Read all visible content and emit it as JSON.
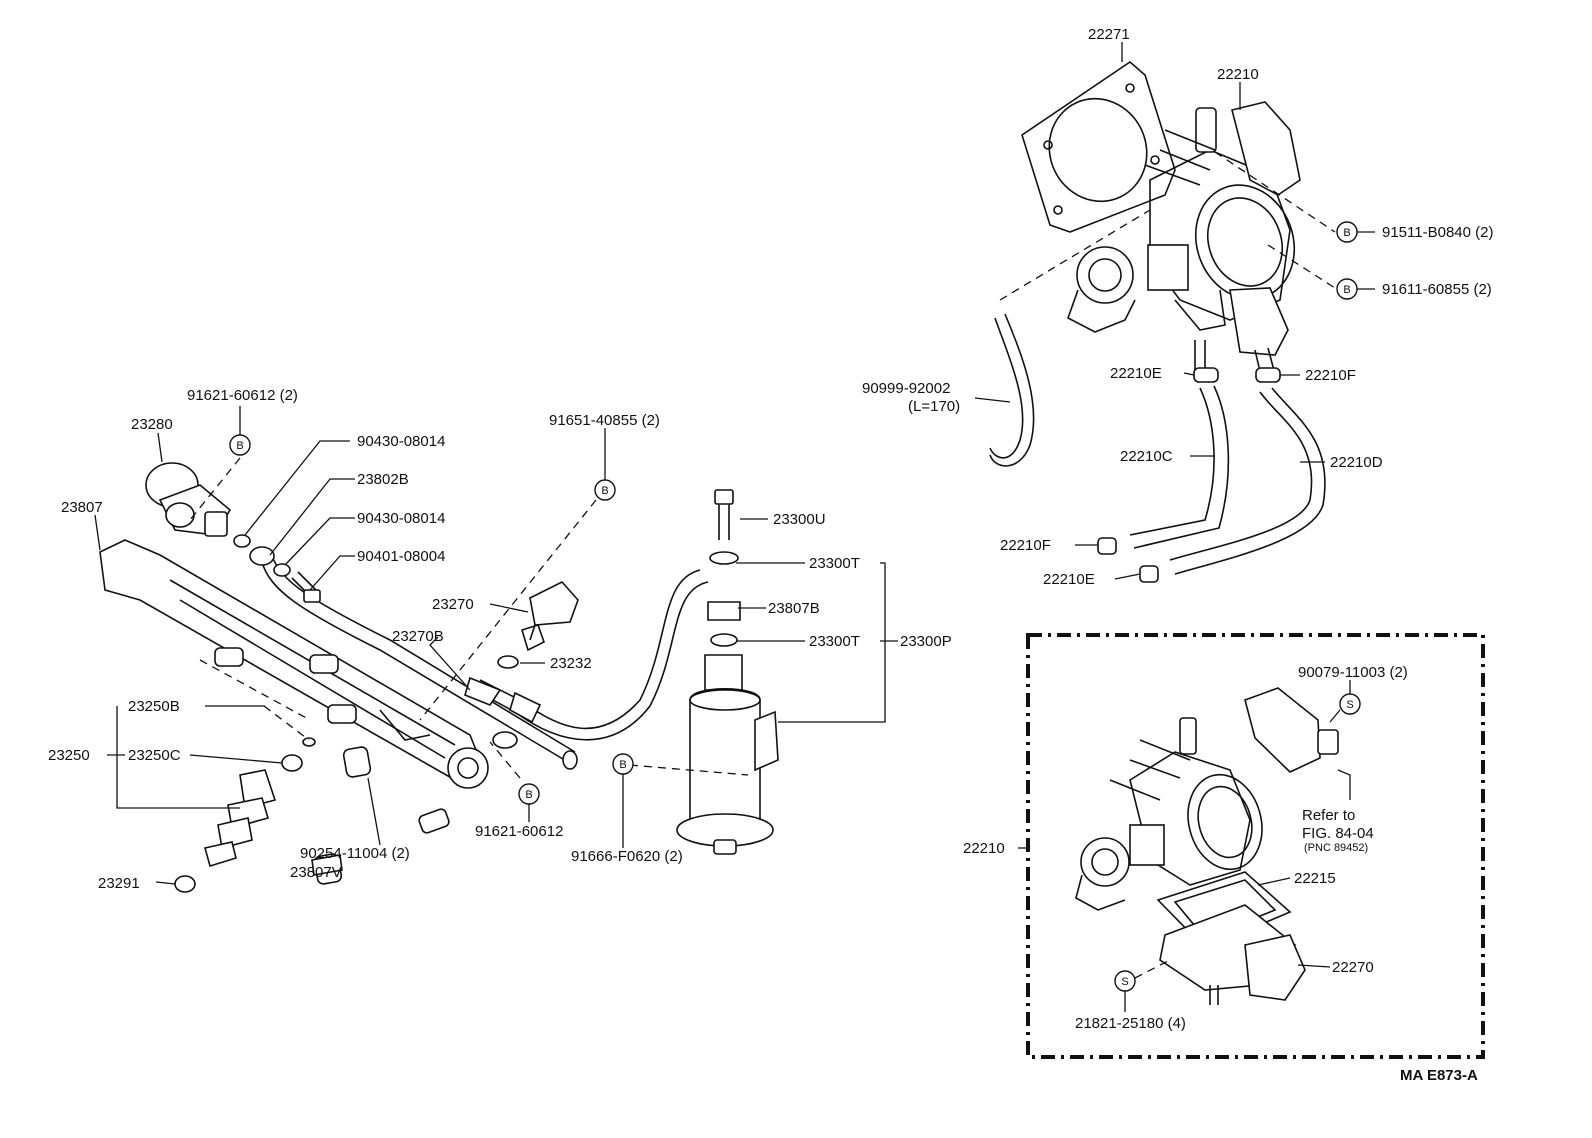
{
  "labels": {
    "p22271": "22271",
    "p22210_top": "22210",
    "p91511": "91511-B0840 (2)",
    "p91611": "91611-60855 (2)",
    "p90999": "90999-92002",
    "p90999_len": "(L=170)",
    "p22210E_top": "22210E",
    "p22210F_top": "22210F",
    "p22210C": "22210C",
    "p22210D": "22210D",
    "p22210F_bot": "22210F",
    "p22210E_bot": "22210E",
    "p91621_top": "91621-60612 (2)",
    "p23280": "23280",
    "p90430_a": "90430-08014",
    "p23802B": "23802B",
    "p90430_b": "90430-08014",
    "p90401": "90401-08004",
    "p91651": "91651-40855 (2)",
    "p23807": "23807",
    "p23300U": "23300U",
    "p23300T_a": "23300T",
    "p23807B": "23807B",
    "p23270": "23270",
    "p23300T_b": "23300T",
    "p23300P": "23300P",
    "p23232": "23232",
    "p23270B": "23270B",
    "p23250B": "23250B",
    "p23250": "23250",
    "p23250C": "23250C",
    "p91621_bot": "91621-60612",
    "p91666": "91666-F0620 (2)",
    "p90254": "90254-11004 (2)",
    "p23807V": "23807V",
    "p23291": "23291",
    "p90079": "90079-11003 (2)",
    "refer_to": "Refer to",
    "fig_ref": "FIG. 84-04",
    "pnc_ref": "(PNC 89452)",
    "p22210_box": "22210",
    "p22215": "22215",
    "p22270": "22270",
    "p21821": "21821-25180 (4)",
    "diagram_code": "MA E873-A"
  },
  "markers": {
    "b": "B",
    "s": "S"
  }
}
